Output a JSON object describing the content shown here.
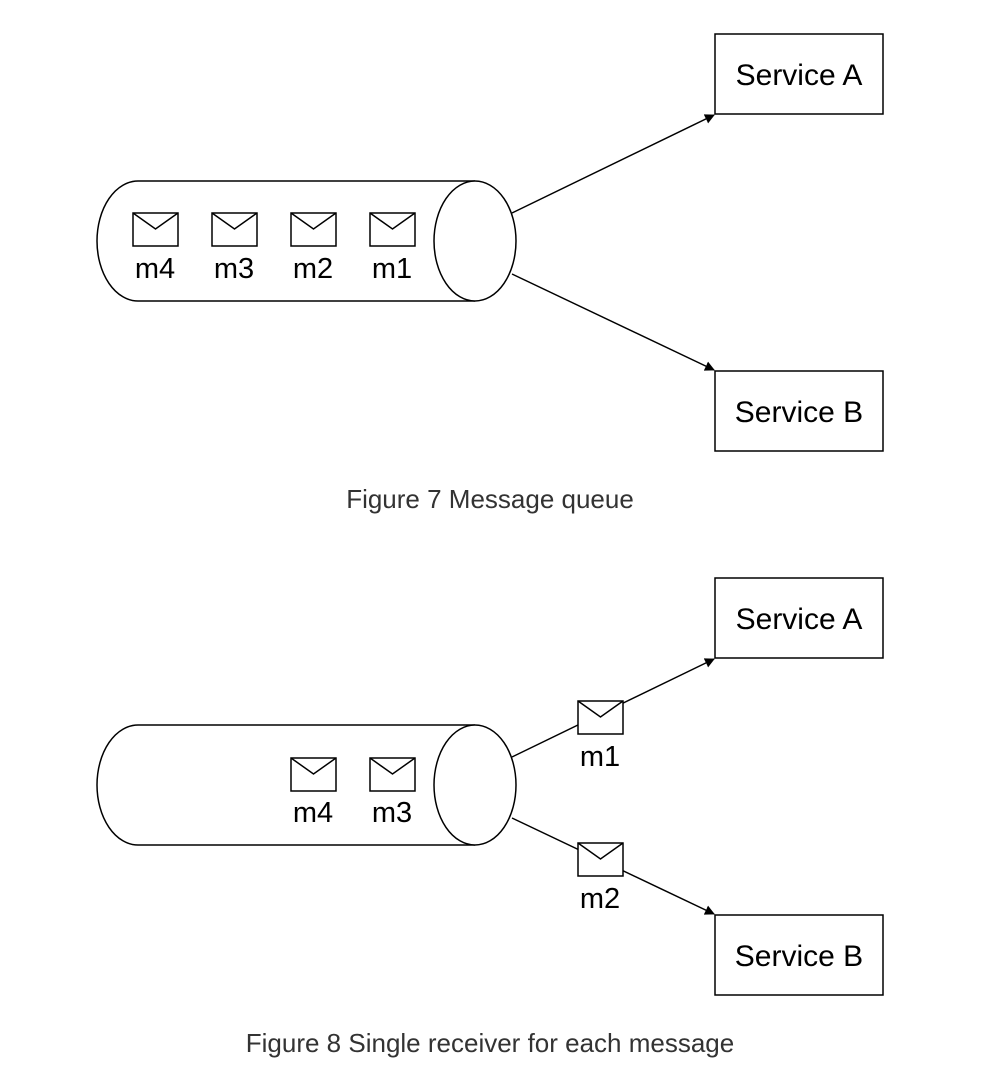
{
  "figure7": {
    "caption": "Figure 7 Message queue",
    "queue_messages": [
      "m4",
      "m3",
      "m2",
      "m1"
    ],
    "services": [
      "Service A",
      "Service B"
    ]
  },
  "figure8": {
    "caption": "Figure 8 Single receiver for each message",
    "queue_messages": [
      "m4",
      "m3"
    ],
    "in_flight_to_a": "m1",
    "in_flight_to_b": "m2",
    "services": [
      "Service A",
      "Service B"
    ]
  }
}
